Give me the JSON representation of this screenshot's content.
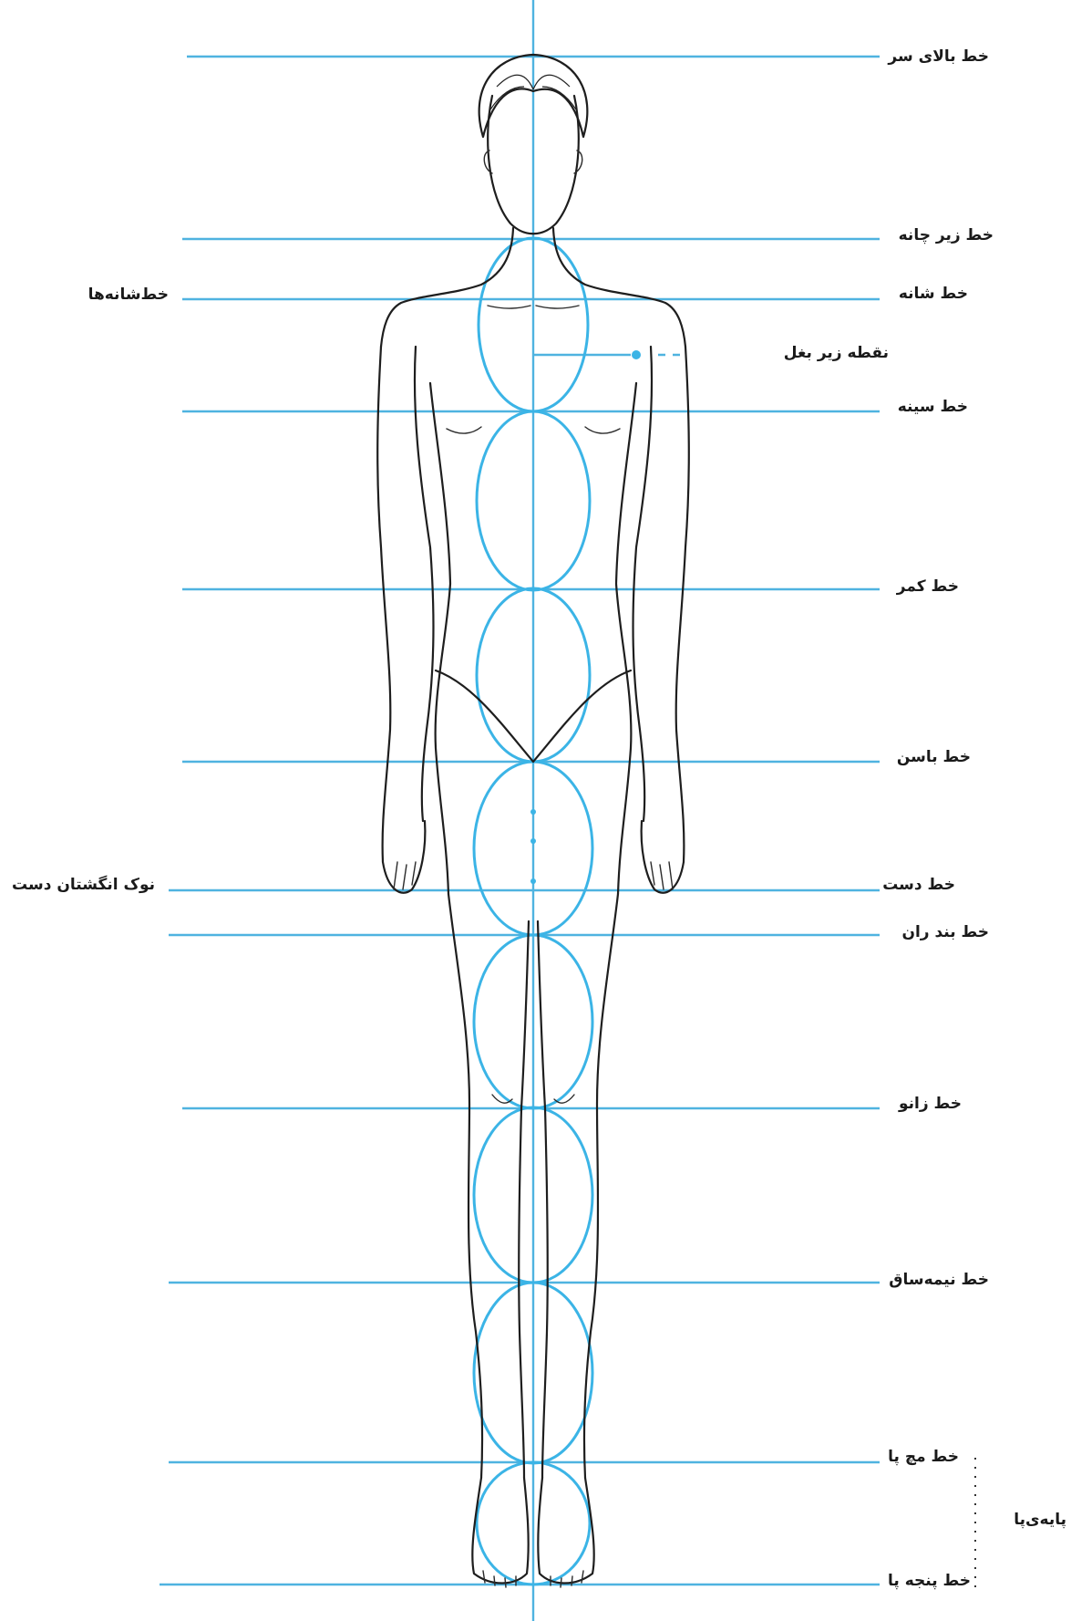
{
  "guide_labels": {
    "top_of_head": "خط بالای سر",
    "under_chin": "خط زیر چانه",
    "shoulder": "خط شانه",
    "shoulders_left": "خط‌شانه‌ها",
    "armpit_point": "نقطه زیر بغل",
    "chest": "خط سینه",
    "waist": "خط کمر",
    "hip": "خط باسن",
    "hand": "خط دست",
    "fingertips_left": "نوک انگشتان دست",
    "thigh": "خط بند ران",
    "knee": "خط زانو",
    "mid_calf": "خط نیمه‌ساق",
    "ankle": "خط مچ پا",
    "foot_base": "پایه‌ی‌پا",
    "toe": "خط پنجه پا"
  },
  "colors": {
    "guide_line": "#4fb3e0",
    "oval": "#3bb4e6",
    "figure_outline": "#1e1e1e",
    "label_text": "#1a1a1a"
  }
}
